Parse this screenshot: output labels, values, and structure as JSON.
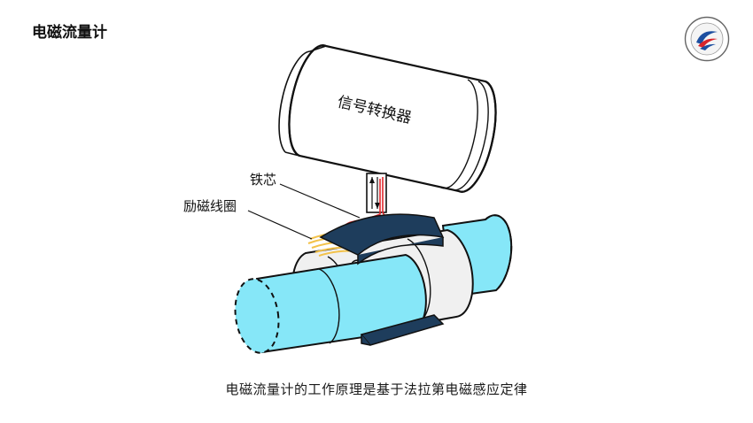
{
  "header": {
    "title": "电磁流量计"
  },
  "logo": {
    "icon": "school-seal-logo"
  },
  "diagram": {
    "converter_label": "信号转换器",
    "iron_core_label": "铁芯",
    "coil_label": "励磁线圈"
  },
  "caption": "电磁流量计的工作原理是基于法拉第电磁感应定律",
  "colors": {
    "pipe": "#86e7f8",
    "iron_core": "#1e3d5c",
    "wire": "#e0292e",
    "coil": "#f3c24a",
    "outline": "#111111"
  }
}
